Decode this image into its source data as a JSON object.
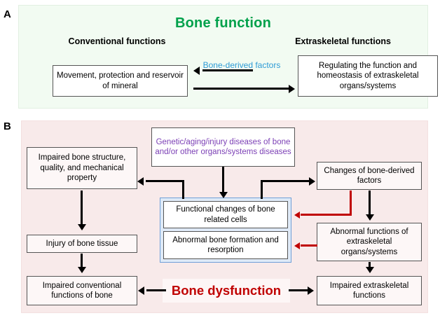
{
  "figure": {
    "panels": [
      {
        "label": "A",
        "title": "Bone function",
        "title_color": "#00a14b",
        "background": "#f2fbf2",
        "headings": {
          "left": "Conventional functions",
          "right": "Extraskeletal functions"
        },
        "boxes": {
          "left": "Movement, protection and reservoir of mineral",
          "right": "Regulating the function and homeostasis of extraskeletal organs/systems"
        },
        "edge_label": "Bone-derived factors",
        "edge_label_color": "#2e9bd6",
        "arrows": [
          {
            "name": "arrow-right-to-left",
            "direction": "left",
            "color": "#000000"
          },
          {
            "name": "arrow-left-to-right",
            "direction": "right",
            "color": "#000000"
          }
        ]
      },
      {
        "label": "B",
        "background": "#f8eaea",
        "banner": "Bone dysfunction",
        "banner_color": "#c00000",
        "boxes": {
          "disease": "Genetic/aging/injury diseases of bone and/or other organs/systems diseases",
          "disease_color": "#7b3fb5",
          "impaired_structure": "Impaired bone structure, quality, and mechanical property",
          "changes_factors": "Changes of bone-derived factors",
          "functional_changes": "Functional changes of bone related cells",
          "abnormal_formation": "Abnormal bone formation and  resorption",
          "injury": "Injury of bone tissue",
          "abnormal_functions": "Abnormal functions of extraskeletal organs/systems",
          "impaired_conventional": "Impaired conventional functions of bone",
          "impaired_extraskeletal": "Impaired extraskeletal functions"
        },
        "group_border_color": "#6f9fd8",
        "feedback_arrow_color": "#c00000"
      }
    ]
  }
}
